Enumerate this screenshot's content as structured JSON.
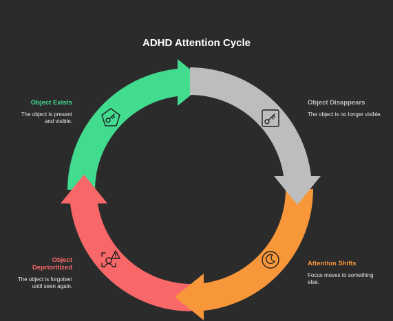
{
  "title": "ADHD Attention Cycle",
  "stages": [
    {
      "id": "exists",
      "title": "Object Exists",
      "description": "The object is present and visible.",
      "color": "#42dc8f",
      "icon": "pentagon-key-icon"
    },
    {
      "id": "disappears",
      "title": "Object Disappears",
      "description": "The object is no longer visible.",
      "color": "#bdbdbd",
      "icon": "square-key-icon"
    },
    {
      "id": "shifts",
      "title": "Attention Shifts",
      "description": "Focus moves to something else.",
      "color": "#f7973a",
      "icon": "moon-icon"
    },
    {
      "id": "deprioritized",
      "title": "Object Deprioritized",
      "description": "The object is forgotten until seen again.",
      "color": "#f96868",
      "icon": "warning-scan-icon"
    }
  ]
}
